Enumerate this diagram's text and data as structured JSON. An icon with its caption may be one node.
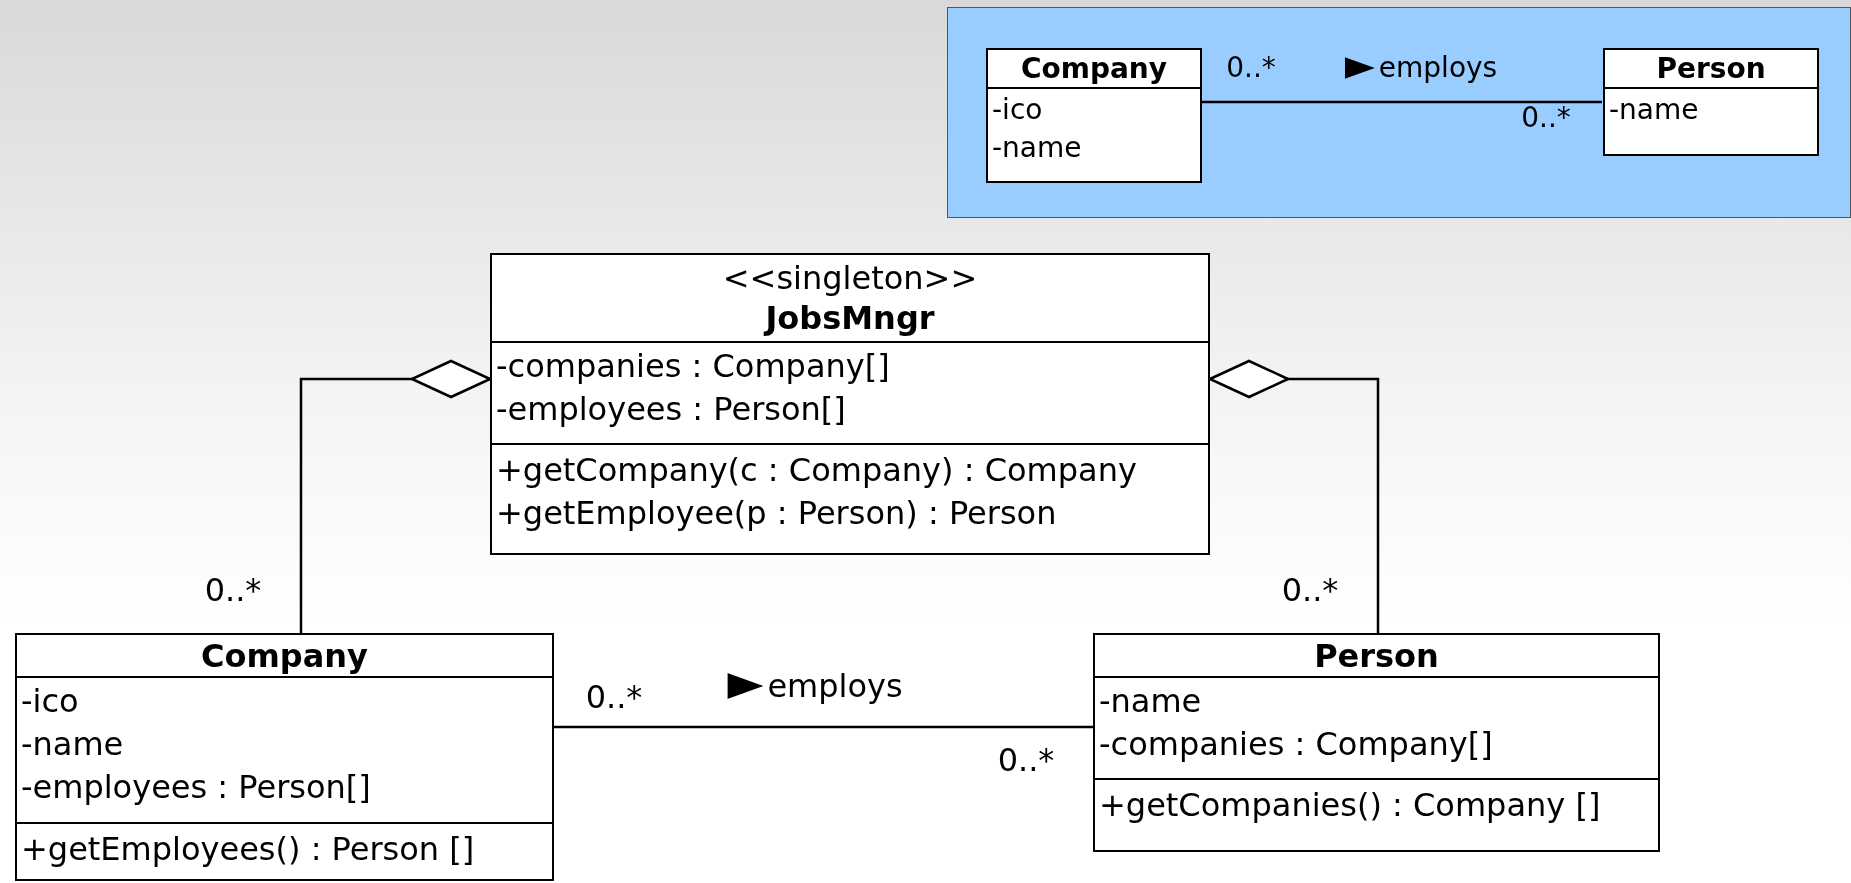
{
  "diagram": {
    "nodes": [
      {
        "text": [],
        "shape": "box"
      },
      {
        "text": [
          "Company",
          "-ico",
          "-name"
        ],
        "in": 0
      },
      {
        "text": [
          "Person",
          "-name"
        ],
        "in": 0
      },
      {
        "text": [
          "<<singleton>>",
          "JobsMngr",
          "-companies : Company[]",
          "-employees : Person[]",
          "+getCompany(c : Company) : Company",
          "+getEmployee(p : Person) : Person"
        ]
      },
      {
        "text": [
          "Company",
          "-ico",
          "-name",
          "-employees : Person[]",
          "+getEmployees() : Person []"
        ]
      },
      {
        "text": [
          "Person",
          "-name",
          "-companies : Company[]",
          "+getCompanies() : Company []"
        ]
      }
    ],
    "edges": [
      {
        "from": 1,
        "to": 2,
        "arrow": "none",
        "label": "employs"
      },
      {
        "from": 3,
        "to": 4,
        "arrow": "other"
      },
      {
        "from": 3,
        "to": 5,
        "arrow": "other"
      },
      {
        "from": 4,
        "to": 5,
        "arrow": "none",
        "label": "employs"
      }
    ],
    "labels": [
      "0..*",
      "0..*",
      "0..*",
      "0..*",
      "0..*",
      "0..*"
    ]
  }
}
